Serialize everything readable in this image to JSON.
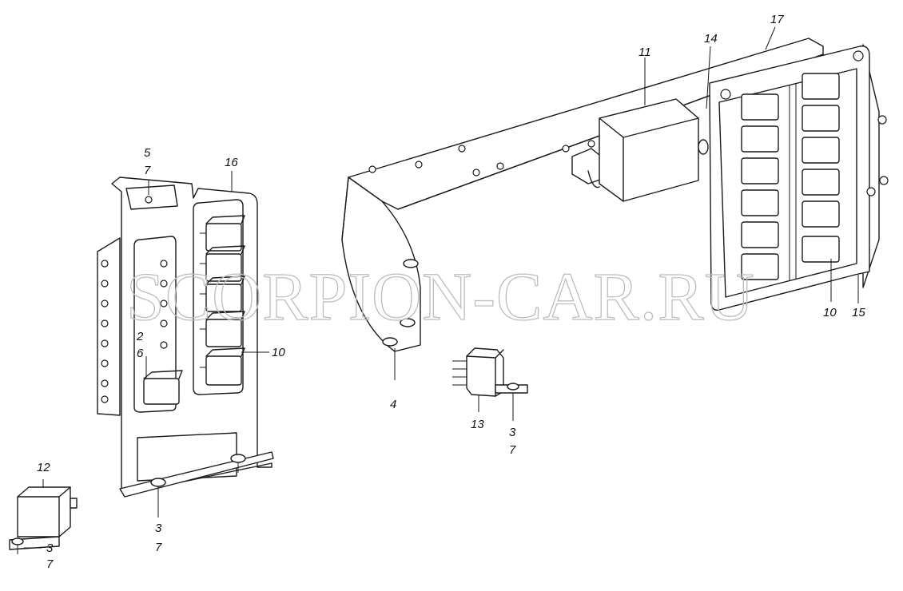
{
  "watermark": "SCORPION-CAR.RU",
  "labels": {
    "l5": "5",
    "l7a": "7",
    "l16": "16",
    "l2": "2",
    "l6": "6",
    "l10a": "10",
    "l3a": "3",
    "l7b": "7",
    "l12": "12",
    "l3b": "3",
    "l7c": "7",
    "l4": "4",
    "l13": "13",
    "l3c": "3",
    "l7d": "7",
    "l11": "11",
    "l14": "14",
    "l17": "17",
    "l10b": "10",
    "l15": "15"
  }
}
